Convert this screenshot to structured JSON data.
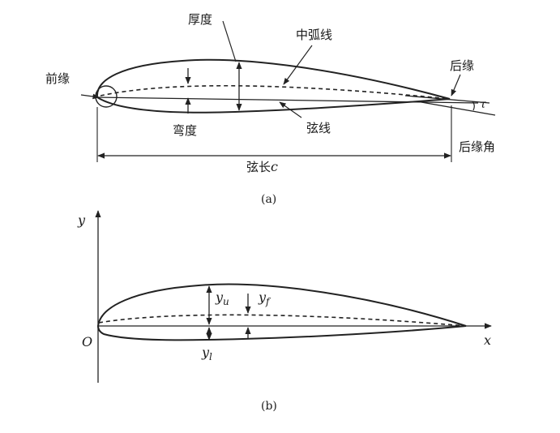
{
  "diagram_a": {
    "labels": {
      "thickness": "厚度",
      "mean_camber_line": "中弧线",
      "leading_edge": "前缘",
      "trailing_edge": "后缘",
      "camber": "弯度",
      "chord_line": "弦线",
      "trailing_edge_angle": "后缘角",
      "tau": "τ",
      "chord_length": "弦长",
      "chord_symbol": "c"
    },
    "caption": "(a)"
  },
  "diagram_b": {
    "labels": {
      "y_axis": "y",
      "x_axis": "x",
      "origin": "O",
      "y_u": "y",
      "y_u_sub": "u",
      "y_f": "y",
      "y_f_sub": "f",
      "y_l": "y",
      "y_l_sub": "l"
    },
    "caption": "(b)"
  }
}
